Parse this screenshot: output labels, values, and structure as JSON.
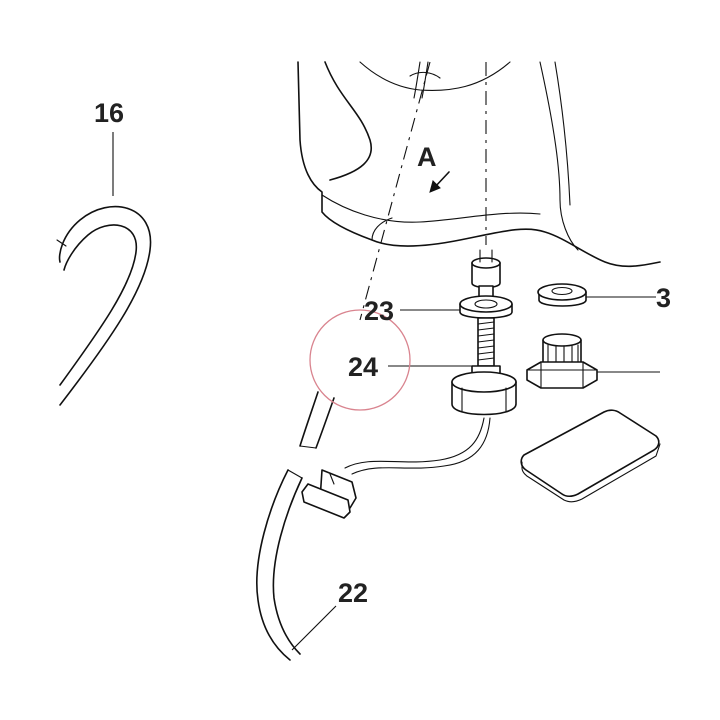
{
  "labels": {
    "part_16": "16",
    "part_22": "22",
    "part_23": "23",
    "part_24": "24",
    "part_3": "3",
    "view_a": "A"
  },
  "highlight": {
    "part": "24",
    "color": "#d9848f"
  }
}
